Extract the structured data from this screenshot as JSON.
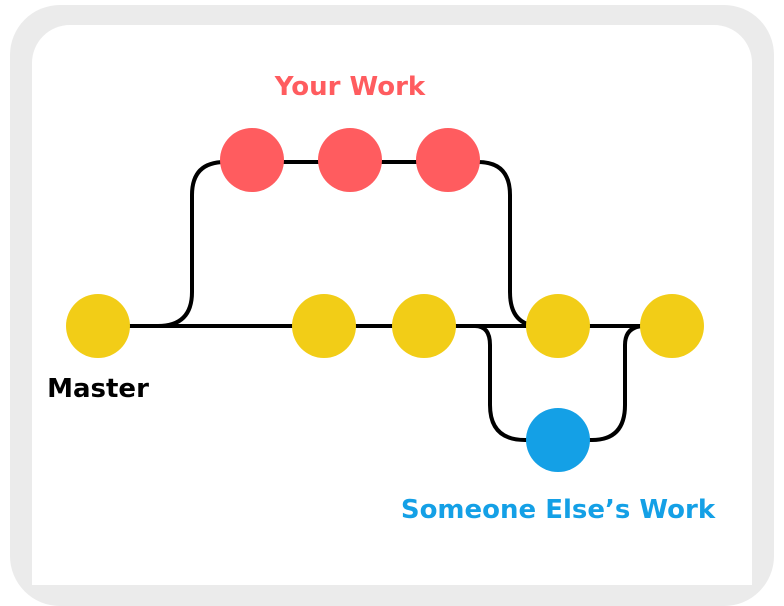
{
  "labels": {
    "your_work": "Your Work",
    "master": "Master",
    "someone_else": "Someone Else’s Work"
  },
  "colors": {
    "frame_outer": "#ebebeb",
    "frame_inner": "#ffffff",
    "line": "#000000",
    "master_commit": "#f2cd17",
    "your_commit": "#ff5c5f",
    "someone_commit": "#14a0e6",
    "your_label": "#ff5c5f",
    "master_label": "#000000",
    "someone_label": "#14a0e6"
  },
  "branches": {
    "master": {
      "commits": 5
    },
    "your_work": {
      "commits": 3
    },
    "someone_else": {
      "commits": 1
    }
  }
}
